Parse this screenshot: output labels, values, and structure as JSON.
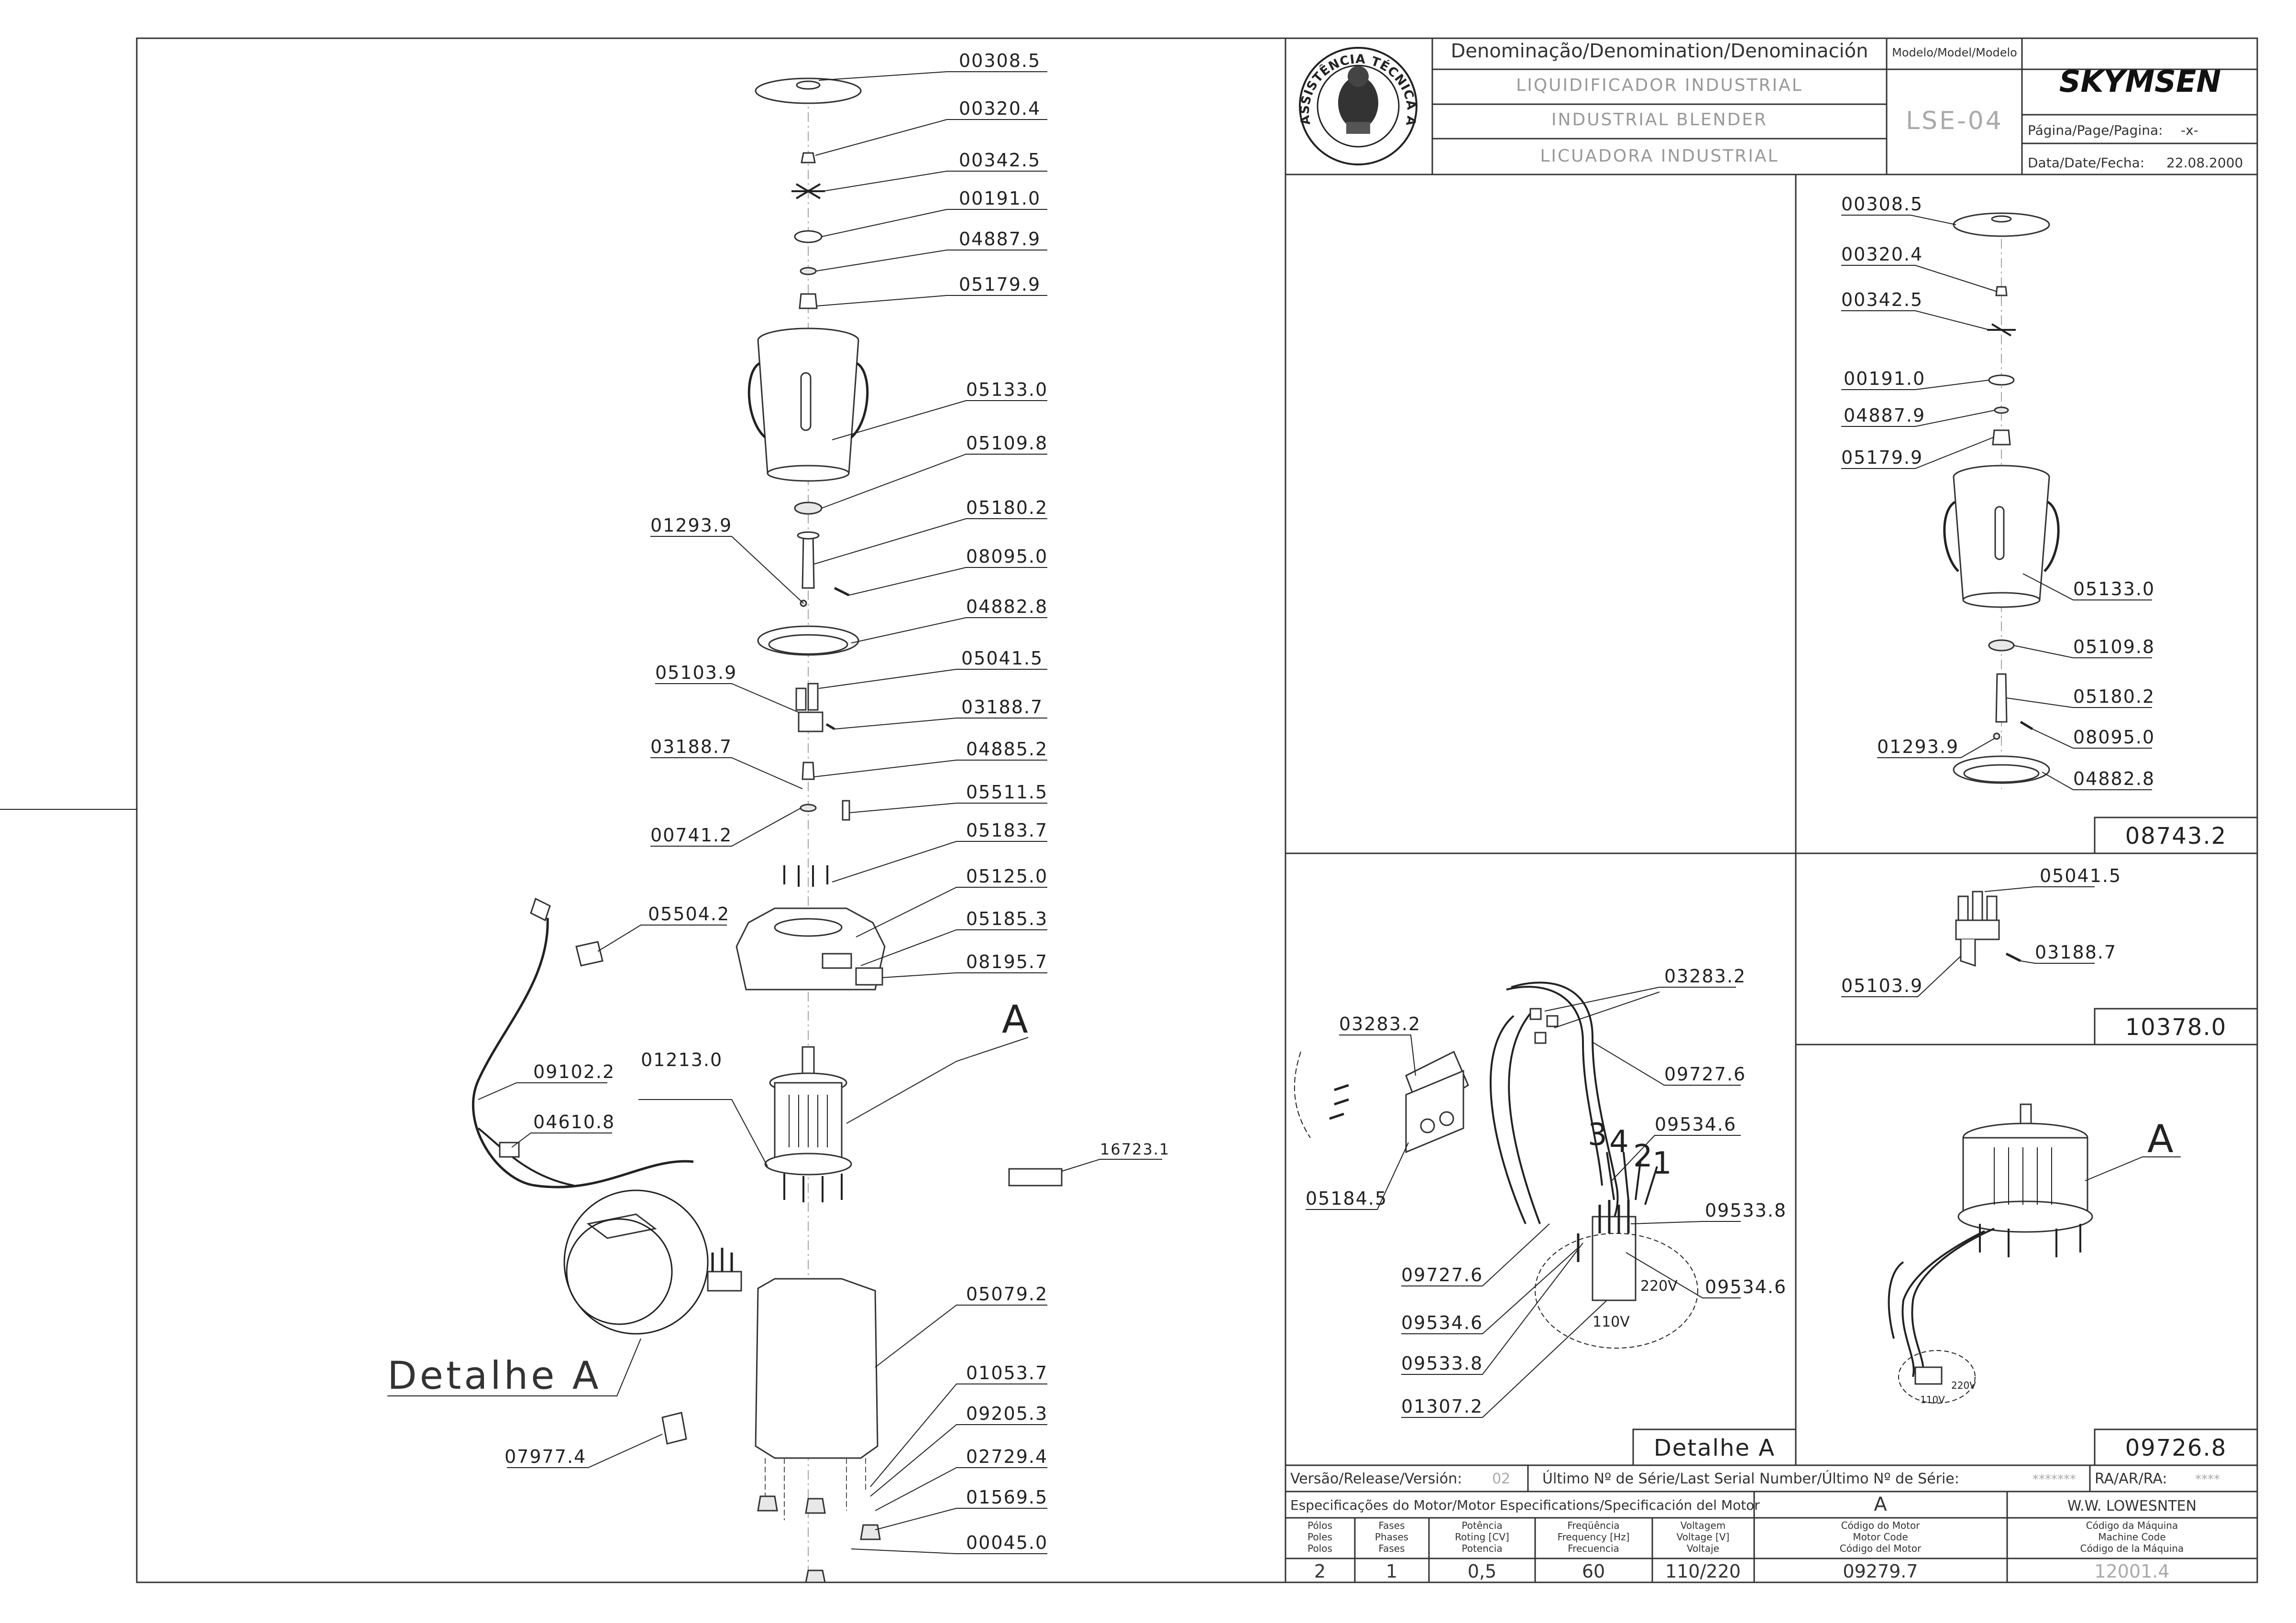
{
  "title_block": {
    "denomination_header": "Denominação/Denomination/Denominación",
    "name_pt": "LIQUIDIFICADOR INDUSTRIAL",
    "name_en": "INDUSTRIAL BLENDER",
    "name_es": "LICUADORA INDUSTRIAL",
    "model_header": "Modelo/Model/Modelo",
    "model": "LSE-04",
    "brand": "SKYMSEN",
    "page_label": "Página/Page/Pagina:",
    "page_value": "-x-",
    "date_label": "Data/Date/Fecha:",
    "date_value": "22.08.2000",
    "stamp_text": "ASSISTÊNCIA TÉCNICA AUTORIZADA"
  },
  "main_labels": [
    {
      "id": "00308.5"
    },
    {
      "id": "00320.4"
    },
    {
      "id": "00342.5"
    },
    {
      "id": "00191.0"
    },
    {
      "id": "04887.9"
    },
    {
      "id": "05179.9"
    },
    {
      "id": "05133.0"
    },
    {
      "id": "05109.8"
    },
    {
      "id": "05180.2"
    },
    {
      "id": "08095.0"
    },
    {
      "id": "01293.9"
    },
    {
      "id": "04882.8"
    },
    {
      "id": "05041.5"
    },
    {
      "id": "05103.9"
    },
    {
      "id": "03188.7"
    },
    {
      "id": "03188.7"
    },
    {
      "id": "04885.2"
    },
    {
      "id": "05511.5"
    },
    {
      "id": "00741.2"
    },
    {
      "id": "05183.7"
    },
    {
      "id": "05125.0"
    },
    {
      "id": "05504.2"
    },
    {
      "id": "05185.3"
    },
    {
      "id": "08195.7"
    },
    {
      "id": "A"
    },
    {
      "id": "01213.0"
    },
    {
      "id": "09102.2"
    },
    {
      "id": "04610.8"
    },
    {
      "id": "16723.1"
    },
    {
      "id": "05079.2"
    },
    {
      "id": "01053.7"
    },
    {
      "id": "09205.3"
    },
    {
      "id": "02729.4"
    },
    {
      "id": "01569.5"
    },
    {
      "id": "00045.0"
    },
    {
      "id": "07977.4"
    },
    {
      "id": "Detalhe A"
    }
  ],
  "cup_assembly": {
    "labels": [
      "00308.5",
      "00320.4",
      "00342.5",
      "00191.0",
      "04887.9",
      "05179.9",
      "05133.0",
      "05109.8",
      "05180.2",
      "01293.9",
      "08095.0",
      "04882.8"
    ],
    "code": "08743.2"
  },
  "blade_assembly": {
    "labels": [
      "05041.5",
      "05103.9",
      "03188.7"
    ],
    "code": "10378.0"
  },
  "motor_assembly": {
    "label": "A",
    "code": "09726.8",
    "voltage_a": "220V",
    "voltage_b": "110V"
  },
  "detail_a": {
    "labels": [
      "03283.2",
      "03283.2",
      "09727.6",
      "09534.6",
      "05184.5",
      "09533.8",
      "09534.6",
      "09727.6",
      "09534.6",
      "09533.8",
      "01307.2"
    ],
    "wire_numbers": [
      "3",
      "4",
      "2",
      "1"
    ],
    "voltage_a": "220V",
    "voltage_b": "110V",
    "title": "Detalhe A"
  },
  "release_row": {
    "version_label": "Versão/Release/Versión:",
    "version_value": "02",
    "serial_label": "Último Nº de Série/Last Serial Number/Último Nº de Série:",
    "serial_value": "*******",
    "ra_label": "RA/AR/RA:",
    "ra_value": "****"
  },
  "motor_specs": {
    "header": "Especificações do Motor/Motor Especifications/Specificación del Motor",
    "motor_ref": "A",
    "manufacturer": "W.W. LOWESNTEN",
    "columns": [
      {
        "h1": "Pólos",
        "h2": "Poles",
        "h3": "Polos",
        "value": "2"
      },
      {
        "h1": "Fases",
        "h2": "Phases",
        "h3": "Fases",
        "value": "1"
      },
      {
        "h1": "Potência",
        "h2": "Roting [CV]",
        "h3": "Potencia",
        "value": "0,5"
      },
      {
        "h1": "Freqüência",
        "h2": "Frequency [Hz]",
        "h3": "Frecuencia",
        "value": "60"
      },
      {
        "h1": "Voltagem",
        "h2": "Voltage [V]",
        "h3": "Voltaje",
        "value": "110/220"
      },
      {
        "h1": "Código do Motor",
        "h2": "Motor Code",
        "h3": "Código del Motor",
        "value": "09279.7"
      },
      {
        "h1": "Código da Máquina",
        "h2": "Machine Code",
        "h3": "Código de la Máquina",
        "value": "12001.4"
      }
    ]
  }
}
